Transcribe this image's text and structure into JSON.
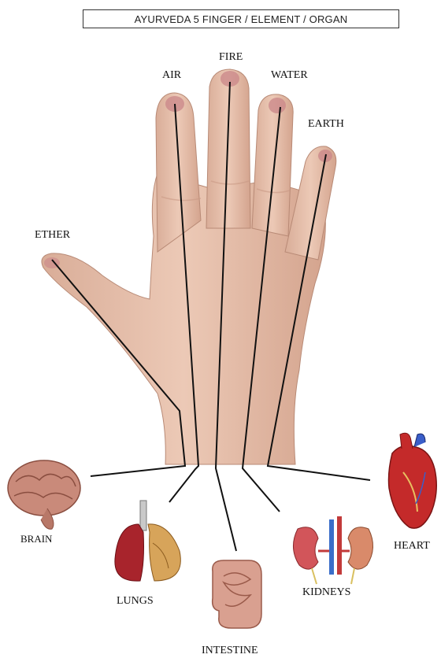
{
  "title": "AYURVEDA 5 FINGER / ELEMENT / ORGAN",
  "elements": {
    "ether": "ETHER",
    "air": "AIR",
    "fire": "FIRE",
    "water": "WATER",
    "earth": "EARTH"
  },
  "organs": {
    "brain": "BRAIN",
    "lungs": "LUNGS",
    "intestine": "INTESTINE",
    "kidneys": "KIDNEYS",
    "heart": "HEART"
  },
  "colors": {
    "skin": "#e8c4b0",
    "skin_shadow": "#c99a86",
    "nail": "#c98688",
    "line": "#111111",
    "brain": "#c98a7a",
    "lungs": "#a8242c",
    "intestine": "#d9a090",
    "kidney": "#d2555a",
    "heart": "#c42a2a"
  }
}
